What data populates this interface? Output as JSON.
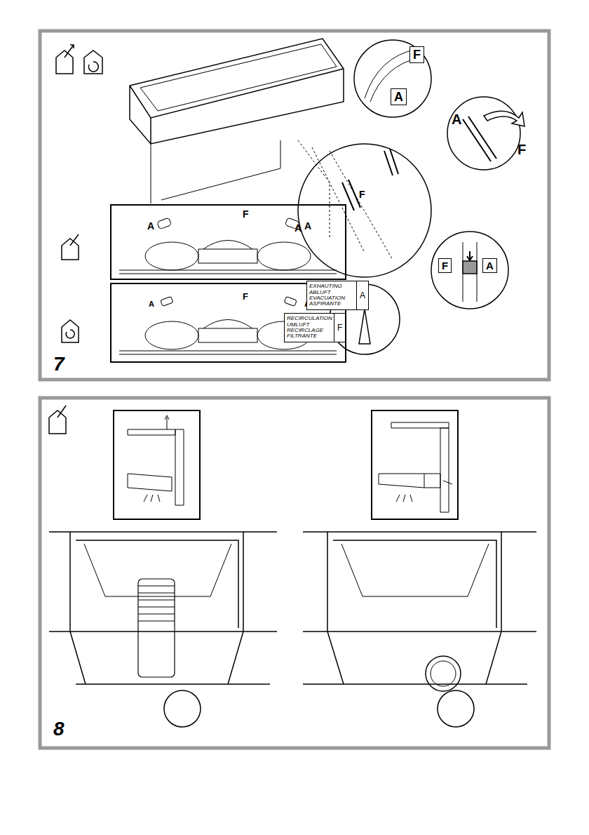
{
  "diagram": {
    "nodes": [
      {
        "text": [
          "EXHAUTING ABLUFT EVACUATION ASPIRANTE",
          "A"
        ]
      },
      {
        "text": [
          "RECIRCULATION UMLUFT RECIRCLAGE FILTRANTE",
          "F"
        ]
      }
    ],
    "labels": [
      "F",
      "A",
      "A",
      "F",
      "A",
      "F",
      "A",
      "F",
      "A",
      "A",
      "F",
      "A",
      "F",
      "A",
      "7",
      "8"
    ]
  }
}
